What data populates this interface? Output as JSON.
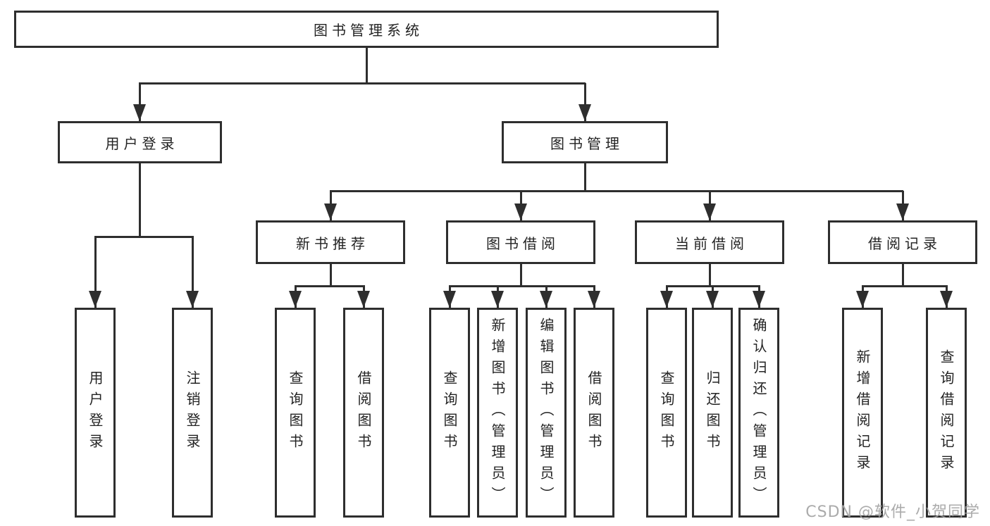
{
  "diagram_title": "图书管理系统",
  "nodes": {
    "root": {
      "label": "图书管理系统"
    },
    "login": {
      "label": "用户登录",
      "children": [
        {
          "label": "用户登录"
        },
        {
          "label": "注销登录"
        }
      ]
    },
    "manage": {
      "label": "图书管理",
      "sections": [
        {
          "label": "新书推荐",
          "children": [
            {
              "label": "查询图书"
            },
            {
              "label": "借阅图书"
            }
          ]
        },
        {
          "label": "图书借阅",
          "children": [
            {
              "label": "查询图书"
            },
            {
              "label": "新增图书（管理员）"
            },
            {
              "label": "编辑图书（管理员）"
            },
            {
              "label": "借阅图书"
            }
          ]
        },
        {
          "label": "当前借阅",
          "children": [
            {
              "label": "查询图书"
            },
            {
              "label": "归还图书"
            },
            {
              "label": "确认归还（管理员）"
            }
          ]
        },
        {
          "label": "借阅记录",
          "children": [
            {
              "label": "新增借阅记录"
            },
            {
              "label": "查询借阅记录"
            }
          ]
        }
      ]
    }
  },
  "watermark": "CSDN @软件_小贺同学",
  "colors": {
    "line": "#2e2e2e",
    "text": "#232323",
    "background": "#ffffff",
    "watermark": "#a2a2a2"
  }
}
